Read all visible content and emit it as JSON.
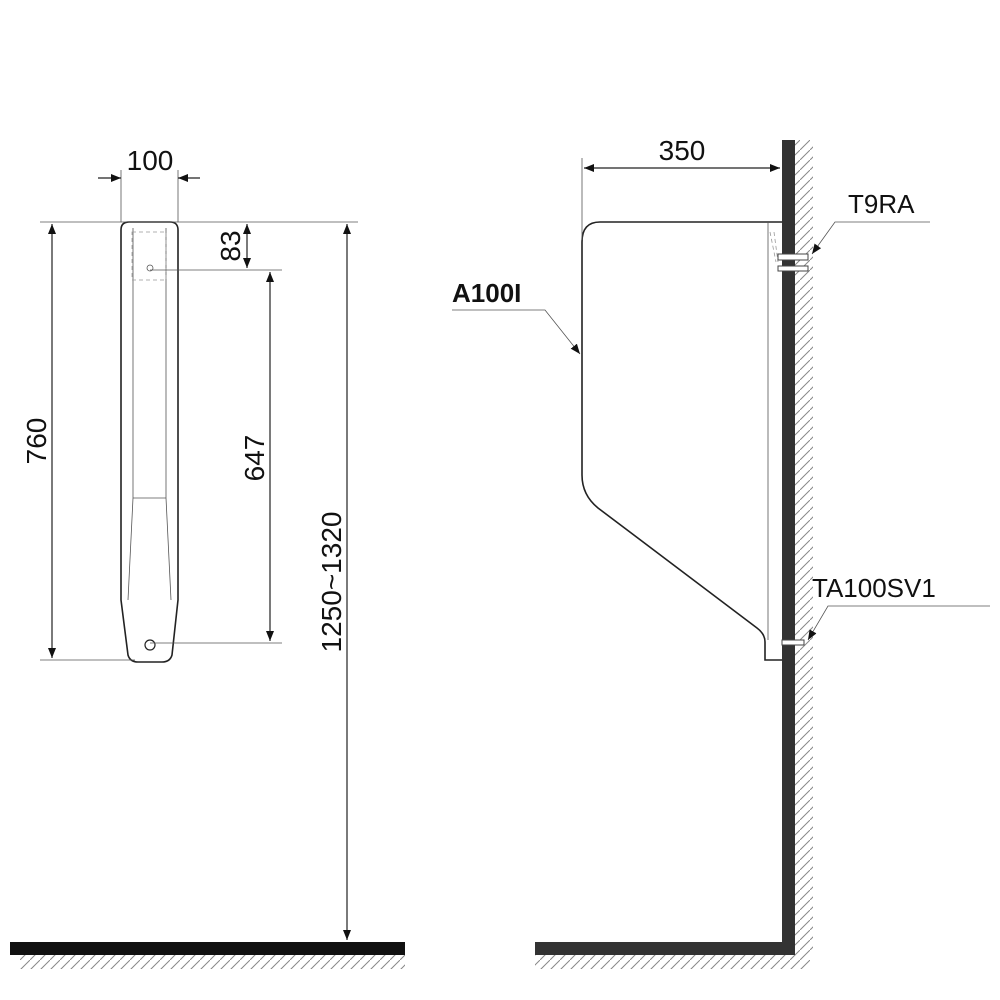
{
  "front_view": {
    "dim_width": "100",
    "dim_top_to_inlet": "83",
    "dim_height": "760",
    "dim_inlet_to_outlet": "647",
    "dim_mounting_height": "1250~1320"
  },
  "side_view": {
    "dim_depth": "350",
    "label_urinal": "A100I",
    "label_inlet_fitting": "T9RA",
    "label_outlet_fitting": "TA100SV1"
  }
}
